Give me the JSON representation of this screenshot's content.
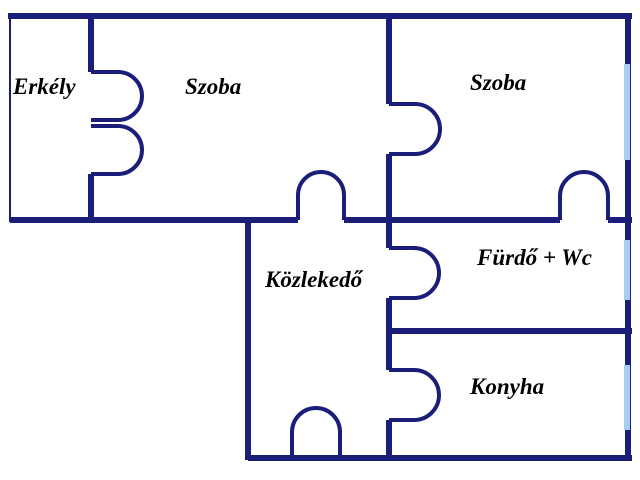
{
  "rooms": {
    "erkely": "Erkély",
    "szoba_left": "Szoba",
    "szoba_right": "Szoba",
    "kozlekedo": "Közlekedő",
    "furdo_wc": "Fürdő + Wc",
    "konyha": "Konyha"
  },
  "colors": {
    "wall": "#1a1e78",
    "window": "#a9cdee",
    "text": "#000000",
    "background": "#ffffff"
  }
}
